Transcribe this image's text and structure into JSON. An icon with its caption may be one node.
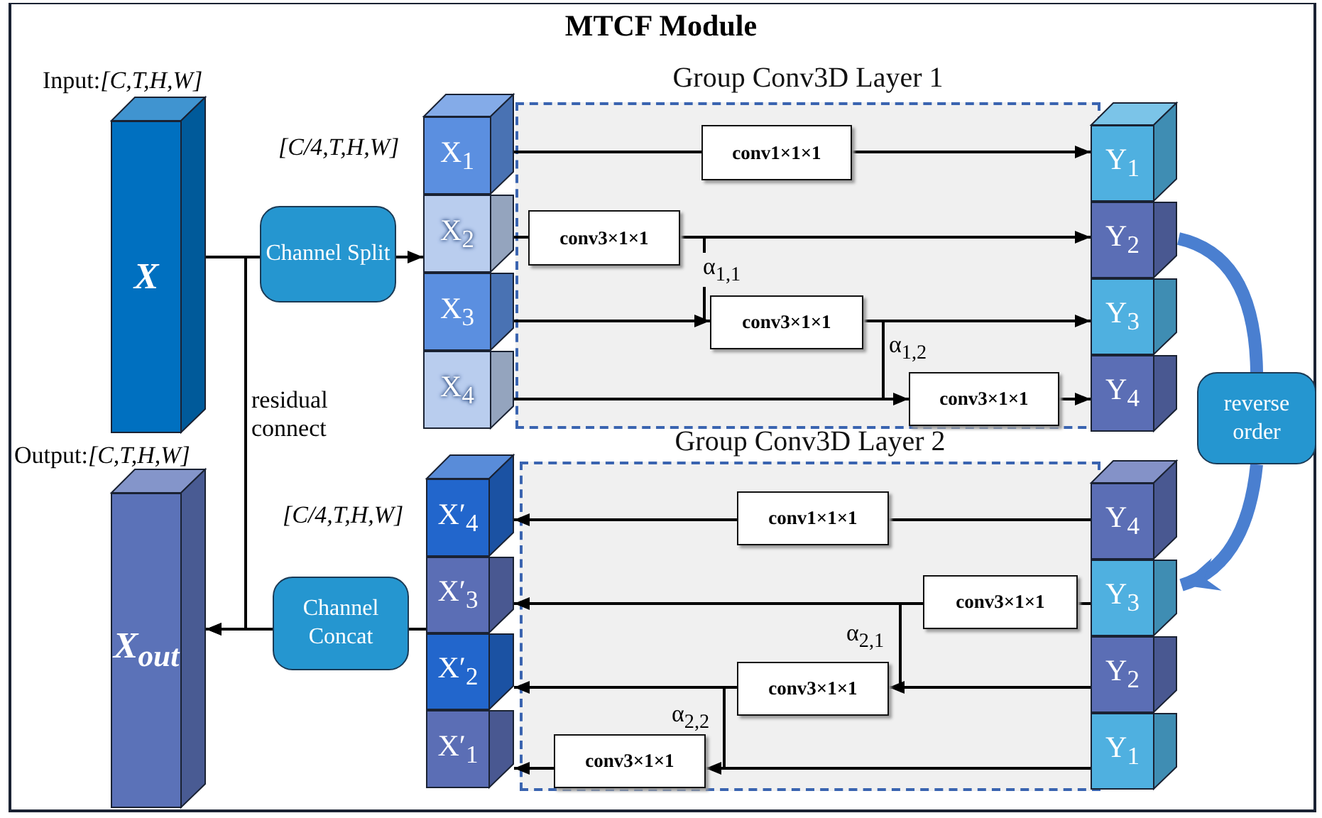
{
  "diagram": {
    "title": "MTCF Module",
    "nodes": [
      {
        "text": [
          "X"
        ],
        "beside": [
          "Input:*[C,T,H,W]*"
        ]
      },
      {
        "text": [
          "Channel Split"
        ]
      },
      {
        "text": [
          "X$_{1}$"
        ],
        "beside": [
          "*[C/4,T,H,W]*"
        ]
      },
      {
        "text": [
          "X$_{2}$"
        ]
      },
      {
        "text": [
          "X$_{3}$"
        ]
      },
      {
        "text": [
          "X$_{4}$"
        ]
      },
      {
        "text": [
          "Group Conv3D Layer 1"
        ]
      },
      {
        "text": [
          "conv1×1×1"
        ],
        "in": 6
      },
      {
        "text": [
          "conv3×1×1"
        ],
        "in": 6
      },
      {
        "text": [
          "conv3×1×1"
        ],
        "in": 6
      },
      {
        "text": [
          "conv3×1×1"
        ],
        "in": 6
      },
      {
        "text": [
          "Y$_{1}$"
        ]
      },
      {
        "text": [
          "Y$_{2}$"
        ]
      },
      {
        "text": [
          "Y$_{3}$"
        ]
      },
      {
        "text": [
          "Y$_{4}$"
        ]
      },
      {
        "text": [
          "reverse order"
        ]
      },
      {
        "text": [
          "Group Conv3D Layer 2"
        ]
      },
      {
        "text": [
          "conv1×1×1"
        ],
        "in": 16
      },
      {
        "text": [
          "conv3×1×1"
        ],
        "in": 16
      },
      {
        "text": [
          "conv3×1×1"
        ],
        "in": 16
      },
      {
        "text": [
          "conv3×1×1"
        ],
        "in": 16
      },
      {
        "text": [
          "Y$_{4}$"
        ]
      },
      {
        "text": [
          "Y$_{3}$"
        ]
      },
      {
        "text": [
          "Y$_{2}$"
        ]
      },
      {
        "text": [
          "Y$_{1}$"
        ]
      },
      {
        "text": [
          "X′$_{4}$"
        ],
        "beside": [
          "*[C/4,T,H,W]*"
        ]
      },
      {
        "text": [
          "X′$_{3}$"
        ]
      },
      {
        "text": [
          "X′$_{2}$"
        ]
      },
      {
        "text": [
          "X′$_{1}$"
        ]
      },
      {
        "text": [
          "Channel Concat"
        ]
      },
      {
        "text": [
          "X$_{out}$"
        ],
        "beside": [
          "Output:*[C,T,H,W]*"
        ]
      }
    ],
    "edges": [
      {
        "from": 0,
        "to": 1,
        "arrow": "none"
      },
      {
        "from": 1,
        "to": 3,
        "arrow": "to"
      },
      {
        "from": 0,
        "to": 30,
        "arrow": "to",
        "label": "residual connect"
      },
      {
        "from": 2,
        "to": 7,
        "arrow": "none"
      },
      {
        "from": 7,
        "to": 11,
        "arrow": "to"
      },
      {
        "from": 3,
        "to": 8,
        "arrow": "none"
      },
      {
        "from": 8,
        "to": 12,
        "arrow": "to"
      },
      {
        "from": 8,
        "to": 9,
        "arrow": "to",
        "label": "α$_{1,1}$"
      },
      {
        "from": 4,
        "to": 9,
        "arrow": "none"
      },
      {
        "from": 9,
        "to": 13,
        "arrow": "to"
      },
      {
        "from": 9,
        "to": 10,
        "arrow": "to",
        "label": "α$_{1,2}$"
      },
      {
        "from": 5,
        "to": 10,
        "arrow": "none"
      },
      {
        "from": 10,
        "to": 14,
        "arrow": "to"
      },
      {
        "from": 12,
        "to": 15,
        "arrow": "none",
        "style": "thick",
        "color": "#4a7fd0"
      },
      {
        "from": 15,
        "to": 22,
        "arrow": "to",
        "style": "thick",
        "color": "#4a7fd0"
      },
      {
        "from": 21,
        "to": 17,
        "arrow": "none"
      },
      {
        "from": 17,
        "to": 25,
        "arrow": "to"
      },
      {
        "from": 22,
        "to": 18,
        "arrow": "none"
      },
      {
        "from": 18,
        "to": 26,
        "arrow": "to"
      },
      {
        "from": 18,
        "to": 19,
        "arrow": "to",
        "label": "α$_{2,1}$"
      },
      {
        "from": 23,
        "to": 19,
        "arrow": "none"
      },
      {
        "from": 19,
        "to": 27,
        "arrow": "to"
      },
      {
        "from": 19,
        "to": 20,
        "arrow": "to",
        "label": "α$_{2,2}$"
      },
      {
        "from": 24,
        "to": 20,
        "arrow": "none"
      },
      {
        "from": 20,
        "to": 28,
        "arrow": "to"
      },
      {
        "from": 26,
        "to": 29,
        "arrow": "none"
      },
      {
        "from": 29,
        "to": 30,
        "arrow": "to"
      }
    ]
  }
}
